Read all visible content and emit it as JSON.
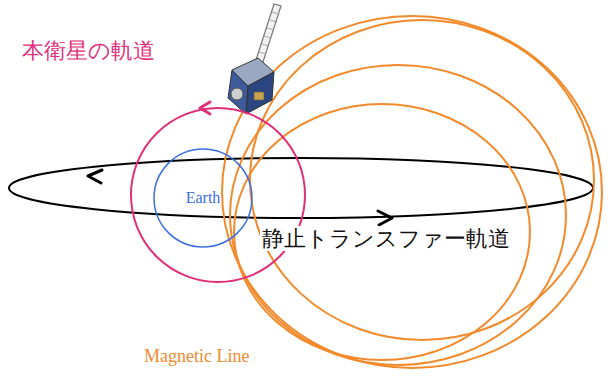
{
  "diagram": {
    "nodes": [
      {
        "text": [
          "本衛星の軌道"
        ]
      },
      {
        "text": [
          "Earth"
        ],
        "in": 0
      }
    ],
    "labels": [
      "静止トランスファー軌道",
      "Magnetic Line"
    ]
  }
}
